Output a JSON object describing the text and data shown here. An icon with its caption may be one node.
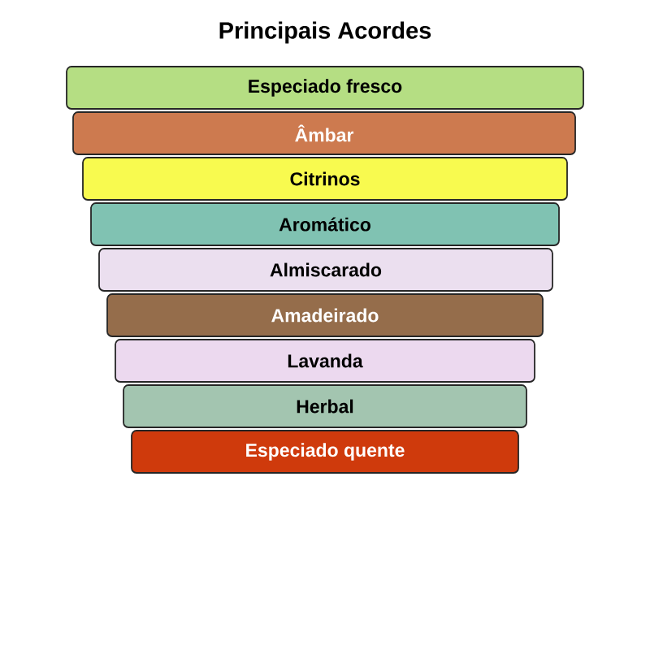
{
  "diagram": {
    "title": "Principais Acordes",
    "nodes": [
      {
        "text": [
          "Especiado fresco"
        ]
      },
      {
        "text": [
          "Âmbar"
        ]
      },
      {
        "text": [
          "Citrinos"
        ]
      },
      {
        "text": [
          "Aromático"
        ]
      },
      {
        "text": [
          "Almiscarado"
        ]
      },
      {
        "text": [
          "Amadeirado"
        ]
      },
      {
        "text": [
          "Lavanda"
        ]
      },
      {
        "text": [
          "Herbal"
        ]
      },
      {
        "text": [
          "Especiado quente"
        ]
      }
    ]
  }
}
